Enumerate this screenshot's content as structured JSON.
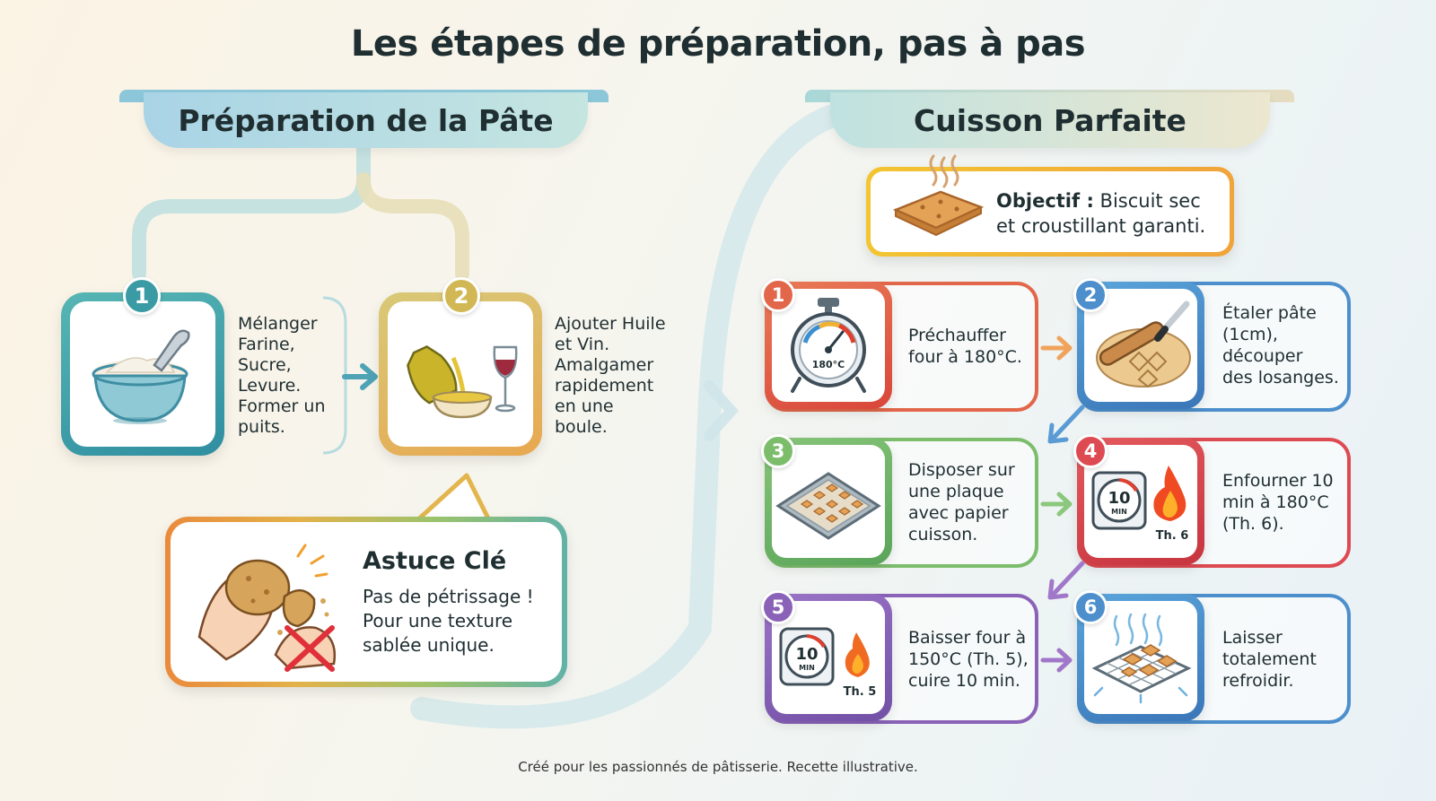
{
  "title": "Les étapes de préparation, pas à pas",
  "preparation": {
    "heading": "Préparation de la Pâte",
    "steps": [
      {
        "number": "1",
        "icon": "mixing-bowl-flour-icon",
        "text_lines": [
          "Mélanger",
          "Farine,",
          "Sucre,",
          "Levure.",
          "Former un",
          "puits."
        ]
      },
      {
        "number": "2",
        "icon": "oil-wine-pour-icon",
        "text_lines": [
          "Ajouter Huile",
          "et Vin.",
          "Amalgamer",
          "rapidement",
          "en une",
          "boule."
        ]
      }
    ],
    "tip": {
      "title": "Astuce Clé",
      "text_lines": [
        "Pas de pétrissage !",
        "Pour une texture",
        "sablée unique."
      ],
      "icon": "no-kneading-dough-icon"
    }
  },
  "cuisson": {
    "heading": "Cuisson Parfaite",
    "goal": {
      "label": "Objectif :",
      "text_line1": "Biscuit sec",
      "text_line2": "et croustillant garanti.",
      "icon": "cracker-biscuit-icon"
    },
    "steps": [
      {
        "number": "1",
        "icon": "oven-thermometer-icon",
        "icon_label": "180°C",
        "text_lines": [
          "Préchauffer",
          "four à 180°C."
        ],
        "color": "#e2674a"
      },
      {
        "number": "2",
        "icon": "rolling-pin-knife-icon",
        "text_lines": [
          "Étaler pâte",
          "(1cm),",
          "découper",
          "des losanges."
        ],
        "color": "#4d8fcc"
      },
      {
        "number": "3",
        "icon": "baking-tray-icon",
        "text_lines": [
          "Disposer sur",
          "une plaque",
          "avec papier",
          "cuisson."
        ],
        "color": "#7cbd6c"
      },
      {
        "number": "4",
        "icon": "timer-flame-icon",
        "timer_value": "10",
        "timer_unit": "MIN",
        "flame_label": "Th. 6",
        "text_lines": [
          "Enfourner 10",
          "min à 180°C",
          "(Th. 6)."
        ],
        "color": "#de4a52"
      },
      {
        "number": "5",
        "icon": "timer-flame-icon",
        "timer_value": "10",
        "timer_unit": "MIN",
        "flame_label": "Th. 5",
        "text_lines": [
          "Baisser four à",
          "150°C (Th. 5),",
          "cuire 10 min."
        ],
        "color": "#8a62b8"
      },
      {
        "number": "6",
        "icon": "cooling-rack-icon",
        "text_lines": [
          "Laisser",
          "totalement",
          "refroidir."
        ],
        "color": "#4d8fcc"
      }
    ]
  },
  "footer": "Créé pour les passionnés de pâtisserie. Recette illustrative.",
  "colors": {
    "prep_teal": "#3e9fa6",
    "prep_gold": "#e3b54d",
    "arrow_teal": "#4ea3b5",
    "arrow_orange": "#f0a35a",
    "arrow_green": "#8cc77e",
    "arrow_purple": "#a178c9",
    "arrow_blue": "#5a9bd5"
  }
}
